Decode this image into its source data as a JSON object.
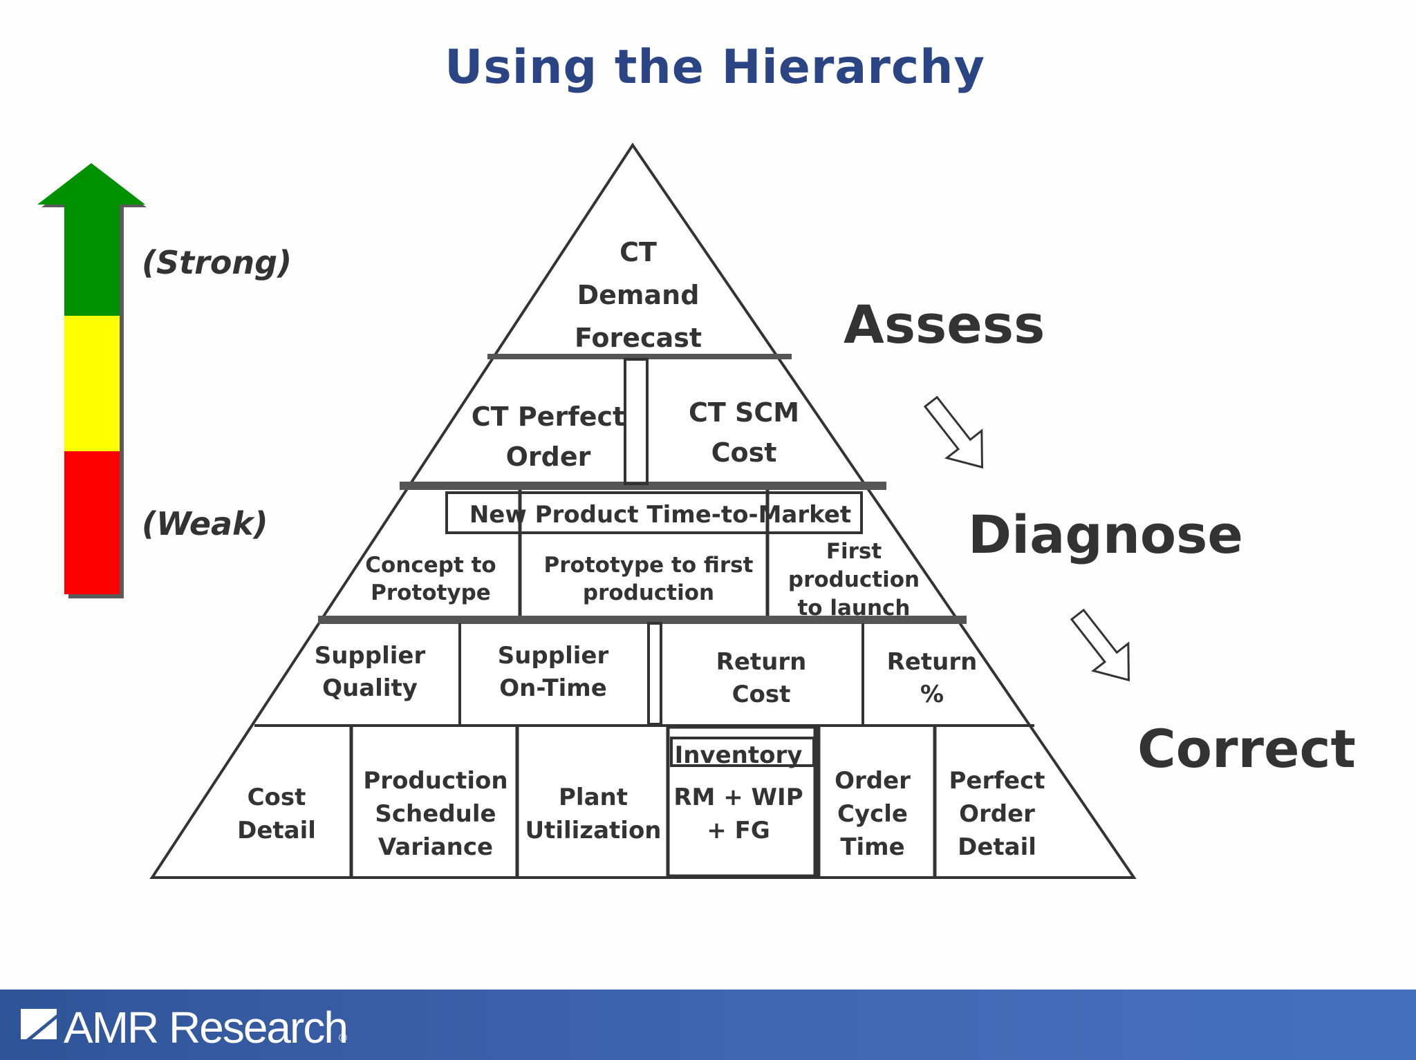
{
  "title": "Using the Hierarchy",
  "scale": {
    "strong": "(Strong)",
    "weak": "(Weak)",
    "colors": [
      "#009100",
      "#ffff00",
      "#ff0000"
    ]
  },
  "stages": {
    "assess": "Assess",
    "diagnose": "Diagnose",
    "correct": "Correct"
  },
  "pyramid": {
    "level1": {
      "line1": "CT",
      "line2": "Demand",
      "line3": "Forecast"
    },
    "level2": {
      "perfect_order": {
        "line1": "CT Perfect",
        "line2": "Order"
      },
      "scm_cost": {
        "line1": "CT SCM",
        "line2": "Cost"
      }
    },
    "level3": {
      "header": "New Product Time-to-Market",
      "concept": {
        "line1": "Concept to",
        "line2": "Prototype"
      },
      "prototype": {
        "line1": "Prototype to first",
        "line2": "production"
      },
      "first": {
        "line1": "First",
        "line2": "production",
        "line3": "to launch"
      }
    },
    "level4": {
      "supplier_quality": {
        "line1": "Supplier",
        "line2": "Quality"
      },
      "supplier_ontime": {
        "line1": "Supplier",
        "line2": "On-Time"
      },
      "return_cost": {
        "line1": "Return",
        "line2": "Cost"
      },
      "return_pct": {
        "line1": "Return",
        "line2": "%"
      }
    },
    "level5": {
      "cost_detail": {
        "line1": "Cost",
        "line2": "Detail"
      },
      "production_schedule": {
        "line1": "Production",
        "line2": "Schedule",
        "line3": "Variance"
      },
      "plant_util": {
        "line1": "Plant",
        "line2": "Utilization"
      },
      "inventory": {
        "header": "Inventory",
        "line1": "RM + WIP",
        "line2": "+ FG"
      },
      "order_cycle": {
        "line1": "Order",
        "line2": "Cycle",
        "line3": "Time"
      },
      "perfect_order_detail": {
        "line1": "Perfect",
        "line2": "Order",
        "line3": "Detail"
      }
    }
  },
  "footer": {
    "brand": "AMR Research",
    "reg": "®"
  }
}
